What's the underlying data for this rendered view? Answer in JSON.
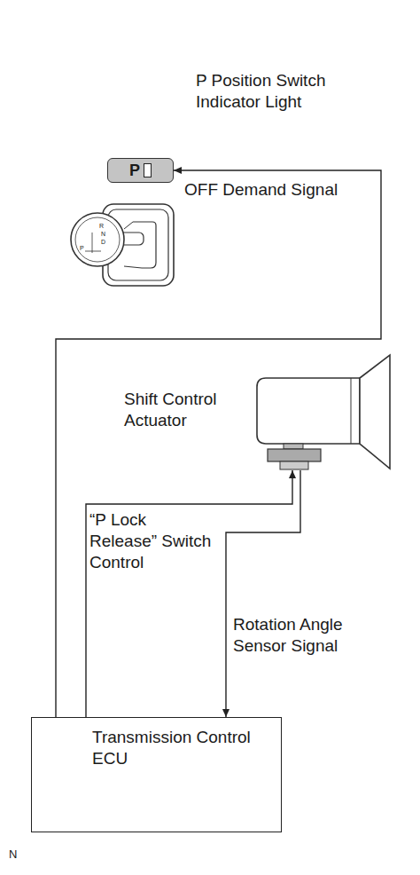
{
  "diagram": {
    "nodes": [
      {
        "text": [
          "P Position Switch Indicator Light",
          "P"
        ]
      },
      {
        "text": [
          "Shift Control Actuator"
        ]
      },
      {
        "text": [
          "Transmission Control ECU"
        ]
      }
    ],
    "edges": [
      {
        "from": 2,
        "to": 0,
        "arrow": "to",
        "label": "OFF Demand Signal"
      },
      {
        "from": 2,
        "to": 1,
        "arrow": "to",
        "label": "“P Lock Release” Switch Control"
      },
      {
        "from": 1,
        "to": 2,
        "arrow": "to",
        "label": "Rotation Angle Sensor Signal"
      }
    ],
    "labels": [
      "R",
      "N",
      "D",
      "P",
      "N"
    ]
  }
}
